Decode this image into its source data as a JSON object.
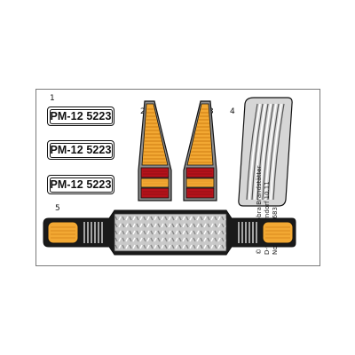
{
  "part_numbers": [
    "1",
    "2",
    "3",
    "4",
    "5"
  ],
  "plates": [
    "PM-12 5223",
    "PM-12 5223",
    "PM-12 5223"
  ],
  "copyright_lines": [
    "© 2011 geobra Brandstätter",
    "D-90511 Zirndorf         10.11",
    "No. 30 80 2683"
  ],
  "colors": {
    "amber": "#f2a833",
    "amber_dark": "#d98a1c",
    "grey_frame": "#8e8e8e",
    "red_lens": "#b5121b",
    "chrome": "#c8c8c8",
    "black": "#1a1a1a"
  }
}
